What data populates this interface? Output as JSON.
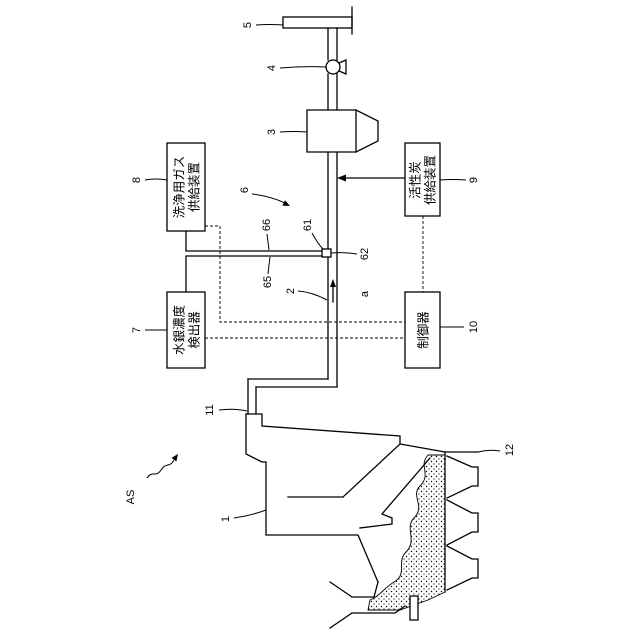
{
  "figure": {
    "assembly_ref": "AS",
    "refs": {
      "incinerator": "1",
      "flue_duct": "2",
      "filter": "3",
      "fan": "4",
      "stack": "5",
      "cleaning_unit": "6",
      "nozzle": "61",
      "nozzle_outlet": "62",
      "line_65": "65",
      "line_66": "66",
      "boiler_outlet": "11",
      "ash_hoppers": "12",
      "flow_direction": "a"
    },
    "boxes": {
      "cleaning_gas_supply": {
        "ref": "8",
        "lines": [
          "洗浄用ガス",
          "供給装置"
        ]
      },
      "mercury_detector": {
        "ref": "7",
        "lines": [
          "水銀濃度",
          "検出器"
        ]
      },
      "activated_carbon_supply": {
        "ref": "9",
        "lines": [
          "活性炭",
          "供給装置"
        ]
      },
      "controller": {
        "ref": "10",
        "lines": [
          "制御器"
        ]
      }
    },
    "colors": {
      "line": "#000000",
      "background": "#ffffff"
    }
  }
}
